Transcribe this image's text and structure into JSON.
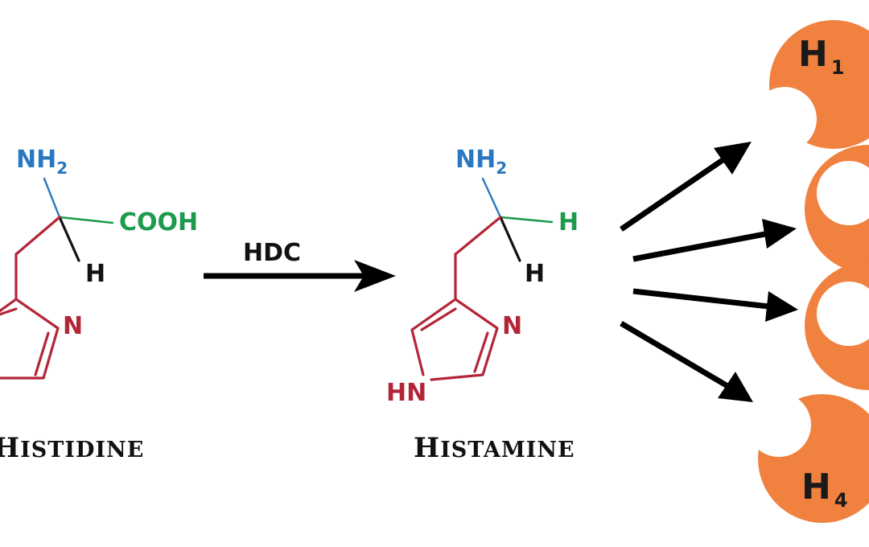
{
  "colors": {
    "amine": "#2a78c0",
    "carboxyl": "#1e9a4c",
    "ring": "#b32638",
    "hydrogen": "#111111",
    "receptor": "#f0813f",
    "arrow": "#000000"
  },
  "histidine": {
    "nh2": {
      "main": "NH",
      "sub": "2"
    },
    "cooh": "COOH",
    "h": "H",
    "ring_n": "N",
    "name": {
      "initial": "H",
      "rest": "ISTIDINE"
    }
  },
  "reaction": {
    "enzyme": "HDC"
  },
  "histamine": {
    "nh2": {
      "main": "NH",
      "sub": "2"
    },
    "h_top": "H",
    "h_bottom": "H",
    "ring_n": "N",
    "ring_hn": "HN",
    "name": {
      "initial": "H",
      "rest": "ISTAMINE"
    }
  },
  "receptors": [
    {
      "main": "H",
      "sub": "1"
    },
    {
      "main": "",
      "sub": ""
    },
    {
      "main": "",
      "sub": ""
    },
    {
      "main": "H",
      "sub": "4"
    }
  ]
}
